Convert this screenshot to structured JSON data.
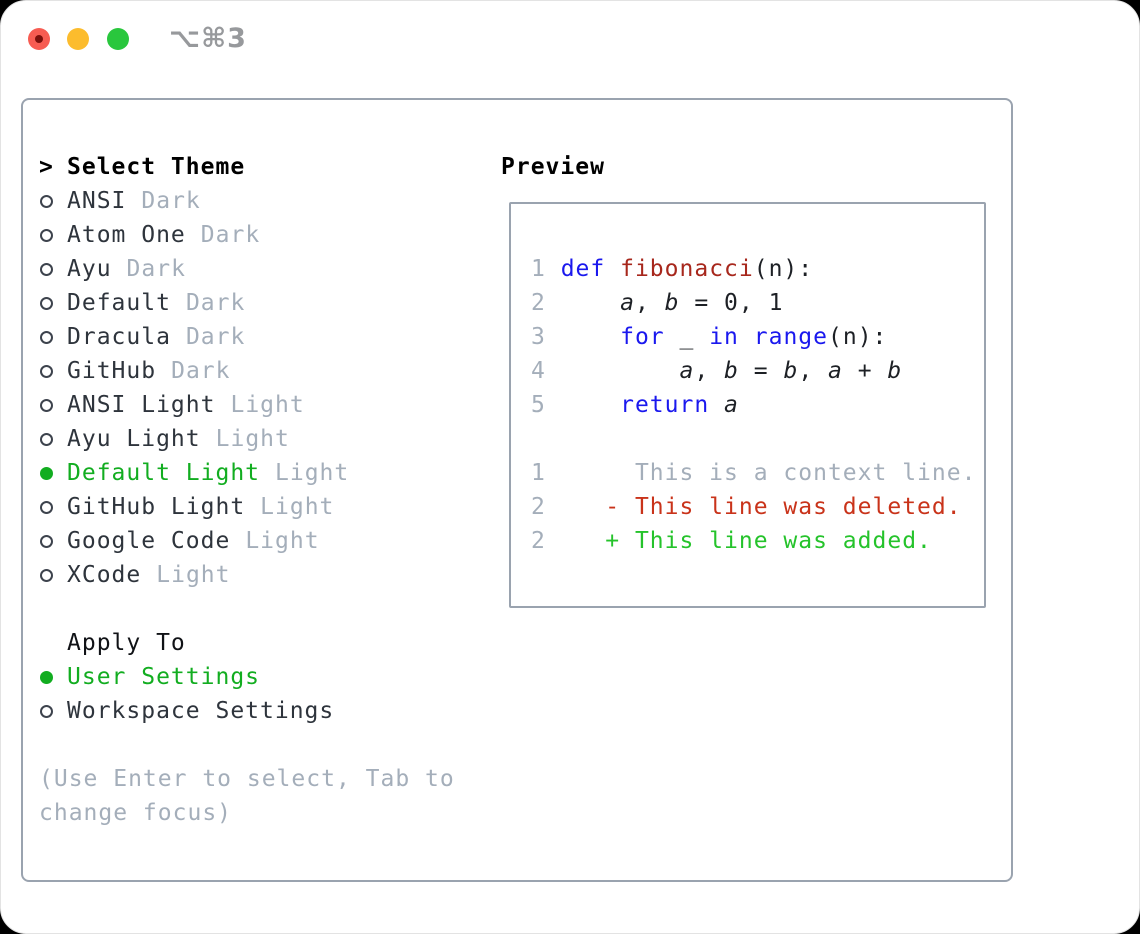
{
  "titlebar": {
    "shortcut_label": "⌥⌘3"
  },
  "themes": {
    "header": {
      "marker": ">",
      "label": "Select Theme"
    },
    "items": [
      {
        "name": "ANSI",
        "tag": "Dark",
        "selected": false
      },
      {
        "name": "Atom One",
        "tag": "Dark",
        "selected": false
      },
      {
        "name": "Ayu",
        "tag": "Dark",
        "selected": false
      },
      {
        "name": "Default",
        "tag": "Dark",
        "selected": false
      },
      {
        "name": "Dracula",
        "tag": "Dark",
        "selected": false
      },
      {
        "name": "GitHub",
        "tag": "Dark",
        "selected": false
      },
      {
        "name": "ANSI Light",
        "tag": "Light",
        "selected": false
      },
      {
        "name": "Ayu Light",
        "tag": "Light",
        "selected": false
      },
      {
        "name": "Default Light",
        "tag": "Light",
        "selected": true
      },
      {
        "name": "GitHub Light",
        "tag": "Light",
        "selected": false
      },
      {
        "name": "Google Code",
        "tag": "Light",
        "selected": false
      },
      {
        "name": "XCode",
        "tag": "Light",
        "selected": false
      }
    ]
  },
  "apply_to": {
    "header": "Apply To",
    "options": [
      {
        "name": "User Settings",
        "selected": true
      },
      {
        "name": "Workspace Settings",
        "selected": false
      }
    ]
  },
  "hint": "(Use Enter to select, Tab to change focus)",
  "preview": {
    "title": "Preview",
    "lines": [
      {
        "tokens": [
          {
            "t": "1 ",
            "c": "ln"
          },
          {
            "t": "def",
            "c": "kw"
          },
          {
            "t": " ",
            "c": "pl"
          },
          {
            "t": "fibonacci",
            "c": "fn"
          },
          {
            "t": "(n):",
            "c": "pl"
          }
        ]
      },
      {
        "tokens": [
          {
            "t": "2 ",
            "c": "ln"
          },
          {
            "t": "    ",
            "c": "pl"
          },
          {
            "t": "a",
            "c": "var"
          },
          {
            "t": ", ",
            "c": "pl"
          },
          {
            "t": "b",
            "c": "var"
          },
          {
            "t": " = 0, 1",
            "c": "pl"
          }
        ]
      },
      {
        "tokens": [
          {
            "t": "3 ",
            "c": "ln"
          },
          {
            "t": "    ",
            "c": "pl"
          },
          {
            "t": "for",
            "c": "kw"
          },
          {
            "t": " _ ",
            "c": "pl"
          },
          {
            "t": "in",
            "c": "kw"
          },
          {
            "t": " ",
            "c": "pl"
          },
          {
            "t": "range",
            "c": "kw"
          },
          {
            "t": "(n):",
            "c": "pl"
          }
        ]
      },
      {
        "tokens": [
          {
            "t": "4 ",
            "c": "ln"
          },
          {
            "t": "        ",
            "c": "pl"
          },
          {
            "t": "a",
            "c": "var"
          },
          {
            "t": ", ",
            "c": "pl"
          },
          {
            "t": "b",
            "c": "var"
          },
          {
            "t": " = ",
            "c": "pl"
          },
          {
            "t": "b",
            "c": "var"
          },
          {
            "t": ", ",
            "c": "pl"
          },
          {
            "t": "a",
            "c": "var"
          },
          {
            "t": " + ",
            "c": "pl"
          },
          {
            "t": "b",
            "c": "var"
          }
        ]
      },
      {
        "tokens": [
          {
            "t": "5 ",
            "c": "ln"
          },
          {
            "t": "    ",
            "c": "pl"
          },
          {
            "t": "return",
            "c": "kw"
          },
          {
            "t": " ",
            "c": "pl"
          },
          {
            "t": "a",
            "c": "var"
          }
        ]
      },
      {
        "tokens": []
      },
      {
        "tokens": [
          {
            "t": "1",
            "c": "ln"
          },
          {
            "t": "      This is a context line.",
            "c": "ctx"
          }
        ]
      },
      {
        "tokens": [
          {
            "t": "2",
            "c": "ln"
          },
          {
            "t": "    - This line was deleted.",
            "c": "del"
          }
        ]
      },
      {
        "tokens": [
          {
            "t": "2",
            "c": "ln"
          },
          {
            "t": "    + This line was added.",
            "c": "add"
          }
        ]
      }
    ]
  },
  "colors": {
    "accent_green": "#12ad20",
    "keyword_blue": "#1a18ee",
    "function_red": "#a7271c",
    "deleted_red": "#c9331a",
    "added_green": "#25c32b",
    "muted_gray": "#a4aeba",
    "border_gray": "#9aa3af",
    "traffic_red": "#f75c52",
    "traffic_yellow": "#fcbc2d",
    "traffic_green": "#29c73d"
  }
}
